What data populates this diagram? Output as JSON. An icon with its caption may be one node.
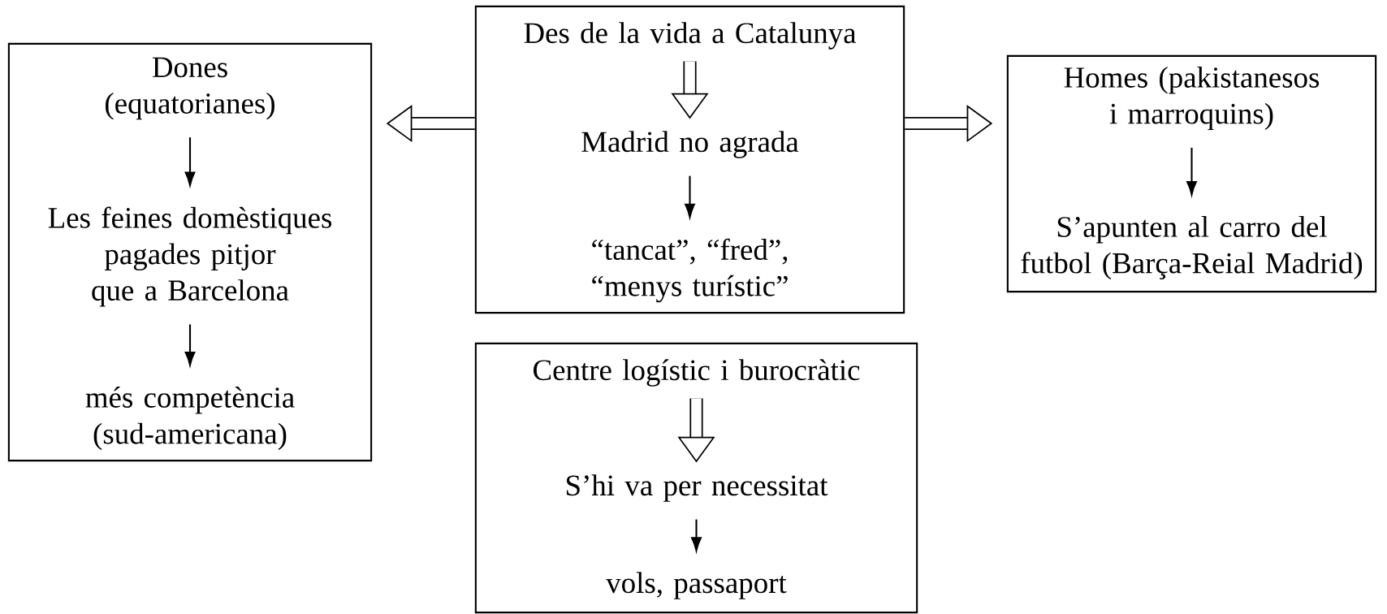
{
  "diagram": {
    "nodes": [
      {
        "text": [],
        "shape": "box"
      },
      {
        "text": [
          "Dones (equatorianes)"
        ],
        "in": 0
      },
      {
        "text": [
          "Les feines domèstiques pagades pitjor que a Barcelona"
        ],
        "in": 0
      },
      {
        "text": [
          "més competència (sud-americana)"
        ],
        "in": 0
      },
      {
        "text": [],
        "shape": "box"
      },
      {
        "text": [
          "Des de la vida a Catalunya"
        ],
        "in": 4
      },
      {
        "text": [
          "Madrid no agrada"
        ],
        "in": 4
      },
      {
        "text": [
          "“tancat”, “fred”, “menys turístic”"
        ],
        "in": 4
      },
      {
        "text": [],
        "shape": "box"
      },
      {
        "text": [
          "Homes (pakistanesos i marroquins)"
        ],
        "in": 8
      },
      {
        "text": [
          "S’apunten al carro del futbol (Barça-Reial Madrid)"
        ],
        "in": 8
      },
      {
        "text": [],
        "shape": "box"
      },
      {
        "text": [
          "Centre logístic i burocràtic"
        ],
        "in": 11
      },
      {
        "text": [
          "S’hi va per necessitat"
        ],
        "in": 11
      },
      {
        "text": [
          "vols, passaport"
        ],
        "in": 11
      }
    ],
    "edges": [
      {
        "from": 1,
        "to": 2,
        "arrow": "to"
      },
      {
        "from": 2,
        "to": 3,
        "arrow": "to"
      },
      {
        "from": 4,
        "to": 0,
        "arrow": "to",
        "style": "thick"
      },
      {
        "from": 5,
        "to": 6,
        "arrow": "to",
        "style": "thick"
      },
      {
        "from": 6,
        "to": 7,
        "arrow": "to"
      },
      {
        "from": 4,
        "to": 8,
        "arrow": "to",
        "style": "thick"
      },
      {
        "from": 9,
        "to": 10,
        "arrow": "to"
      },
      {
        "from": 12,
        "to": 13,
        "arrow": "to",
        "style": "thick"
      },
      {
        "from": 13,
        "to": 14,
        "arrow": "to"
      }
    ]
  }
}
